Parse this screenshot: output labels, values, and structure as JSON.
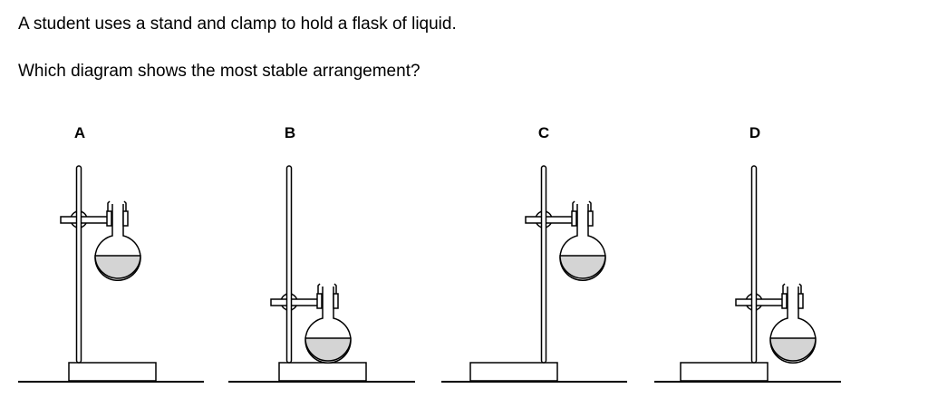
{
  "question": {
    "line1": "A student uses a stand and clamp to hold a flask of liquid.",
    "line2": "Which diagram shows the most stable arrangement?"
  },
  "options": [
    {
      "label": "A",
      "clamp_position": "high",
      "rod_position_on_base": "left"
    },
    {
      "label": "B",
      "clamp_position": "low",
      "rod_position_on_base": "left"
    },
    {
      "label": "C",
      "clamp_position": "high",
      "rod_position_on_base": "right"
    },
    {
      "label": "D",
      "clamp_position": "low",
      "rod_position_on_base": "right"
    }
  ],
  "colors": {
    "liquid": "#d4d4d4",
    "line": "#000000"
  }
}
